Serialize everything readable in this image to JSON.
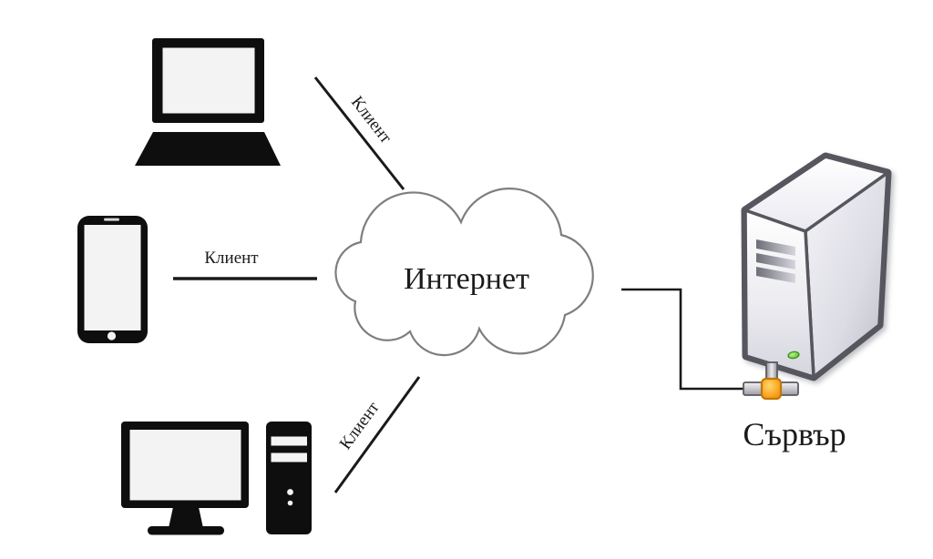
{
  "cloud": {
    "label": "Интернет"
  },
  "server": {
    "label": "Сървър"
  },
  "clients": [
    {
      "type": "laptop",
      "connection_label": "Клиент"
    },
    {
      "type": "smartphone",
      "connection_label": "Клиент"
    },
    {
      "type": "desktop",
      "connection_label": "Клиент"
    }
  ],
  "colors": {
    "bg": "#ffffff",
    "line": "#1a1a1a",
    "device": "#0e0e0e",
    "screen": "#f3f3f3",
    "cloud_outline": "#7e7e7e",
    "cloud_fill": "#ffffff",
    "text": "#1b1b1b",
    "server_outline": "#56565e",
    "connector_orange": "#f9a01b",
    "led_green": "#55c020"
  }
}
